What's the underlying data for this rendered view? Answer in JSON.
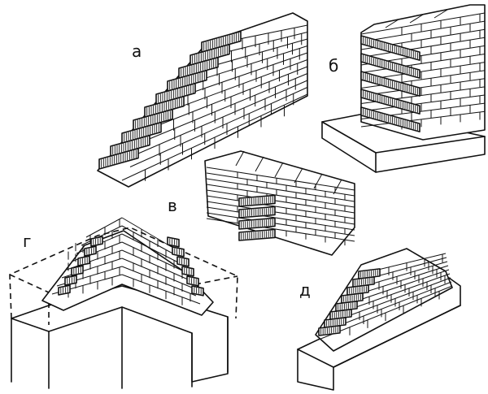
{
  "figures": [
    {
      "key": "a",
      "label": "а"
    },
    {
      "key": "b",
      "label": "б"
    },
    {
      "key": "v",
      "label": "в"
    },
    {
      "key": "g",
      "label": "г"
    },
    {
      "key": "d",
      "label": "д"
    }
  ]
}
